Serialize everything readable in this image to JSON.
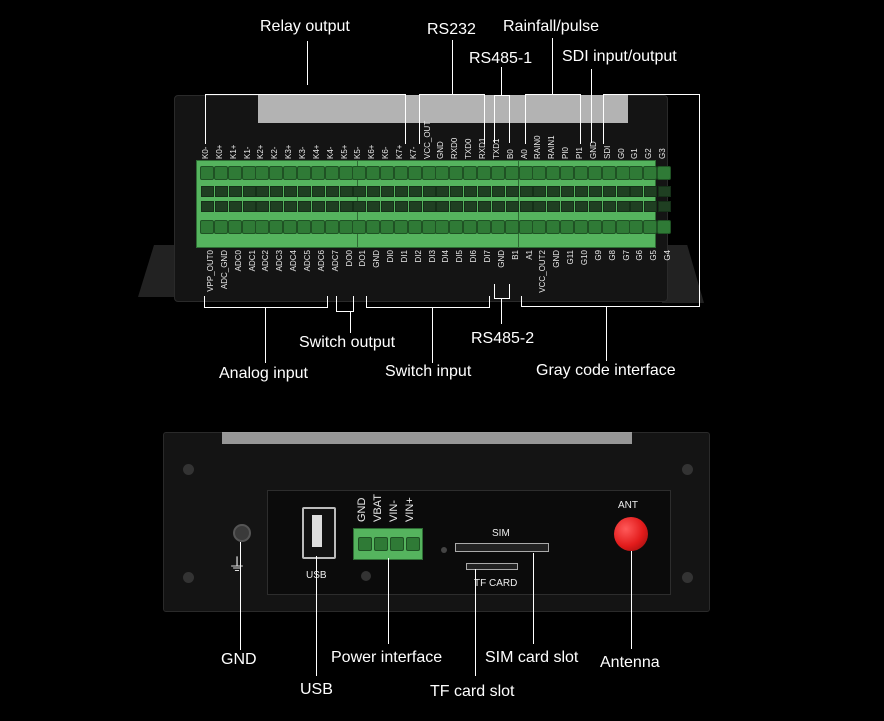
{
  "top_callouts": {
    "relay_output": "Relay output",
    "rs232": "RS232",
    "rainfall_pulse": "Rainfall/pulse",
    "rs485_1": "RS485-1",
    "sdi_io": "SDI input/output"
  },
  "mid_callouts": {
    "switch_output": "Switch output",
    "rs485_2": "RS485-2",
    "analog_input": "Analog input",
    "switch_input": "Switch input",
    "gray_code": "Gray code interface"
  },
  "bottom_callouts": {
    "gnd": "GND",
    "usb": "USB",
    "power_interface": "Power interface",
    "sim_slot": "SIM card slot",
    "tf_slot": "TF card slot",
    "antenna": "Antenna"
  },
  "top_terminal_labels": [
    "K0-",
    "K0+",
    "K1+",
    "K1-",
    "K2+",
    "K2-",
    "K3+",
    "K3-",
    "K4+",
    "K4-",
    "K5+",
    "K5-",
    "K6+",
    "K6-",
    "K7+",
    "K7-",
    "VCC_OUT",
    "GND",
    "RXD0",
    "TXD0",
    "RXD1",
    "TXD1",
    "B0",
    "A0",
    "RAIN0",
    "RAIN1",
    "PI0",
    "PI1",
    "GND",
    "SDI",
    "G0",
    "G1",
    "G2",
    "G3"
  ],
  "bottom_terminal_labels": [
    "VPP_OUT0",
    "ADC_GND",
    "ADC0",
    "ADC1",
    "ADC2",
    "ADC3",
    "ADC4",
    "ADC5",
    "ADC6",
    "ADC7",
    "DO0",
    "DO1",
    "GND",
    "DI0",
    "DI1",
    "DI2",
    "DI3",
    "DI4",
    "DI5",
    "DI6",
    "DI7",
    "GND",
    "B1",
    "A1",
    "VCC_OUT2",
    "GND",
    "G11",
    "G10",
    "G9",
    "G8",
    "G7",
    "G6",
    "G5",
    "G4"
  ],
  "front_panel": {
    "usb_label": "USB",
    "power_pins": [
      "GND",
      "VBAT",
      "VIN-",
      "VIN+"
    ],
    "sim_label": "SIM",
    "tf_label": "TF CARD",
    "ant_label": "ANT"
  },
  "colors": {
    "background": "#000000",
    "terminal_green": "#55b45e",
    "device_body": "#141414",
    "antenna_red": "#e21b1b"
  }
}
